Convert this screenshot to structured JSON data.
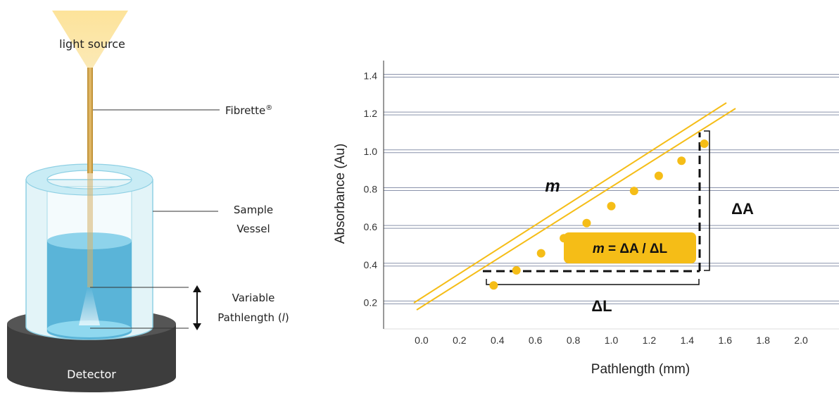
{
  "diagram": {
    "light_source_label": "light source",
    "fibrette_label": "Fibrette",
    "fibrette_mark": "®",
    "vessel_label_line1": "Sample",
    "vessel_label_line2": "Vessel",
    "variable_label_line1": "Variable",
    "variable_label_line2": "Pathlength (",
    "variable_label_symbol": "l",
    "variable_label_close": ")",
    "detector_label": "Detector",
    "colors": {
      "light": "#fde39a",
      "fiber": "#d9a94a",
      "liquid": "#5ab4d8",
      "vessel": "#d8f0f6",
      "detector": "#3b3b3b"
    }
  },
  "chart_data": {
    "type": "scatter",
    "xlabel": "Pathlength (mm)",
    "ylabel": "Absorbance (Au)",
    "xlim": [
      -0.2,
      2.2
    ],
    "ylim": [
      0.06,
      1.48
    ],
    "x_ticks": [
      "0.0",
      "0.2",
      "0.4",
      "0.6",
      "0.8",
      "1.0",
      "1.2",
      "1.4",
      "1.6",
      "1.8",
      "2.0"
    ],
    "y_ticks": [
      "0.2",
      "0.4",
      "0.6",
      "0.8",
      "1.0",
      "1.2",
      "1.4"
    ],
    "grid": "horizontal",
    "points": [
      {
        "x": 0.38,
        "y": 0.29
      },
      {
        "x": 0.5,
        "y": 0.37
      },
      {
        "x": 0.63,
        "y": 0.46
      },
      {
        "x": 0.75,
        "y": 0.54
      },
      {
        "x": 0.87,
        "y": 0.62
      },
      {
        "x": 1.0,
        "y": 0.71
      },
      {
        "x": 1.12,
        "y": 0.79
      },
      {
        "x": 1.25,
        "y": 0.87
      },
      {
        "x": 1.37,
        "y": 0.95
      },
      {
        "x": 1.49,
        "y": 1.04
      }
    ],
    "annotations": {
      "slope_symbol": "m",
      "formula_m": "m",
      "formula_rest": " = ΔA / ΔL",
      "delta_a": "ΔA",
      "delta_l": "ΔL"
    },
    "colors": {
      "points": "#f5bd17",
      "fit": "#f5bd17",
      "grid": "#8a93ab",
      "formula_box": "#f5bd17"
    }
  }
}
